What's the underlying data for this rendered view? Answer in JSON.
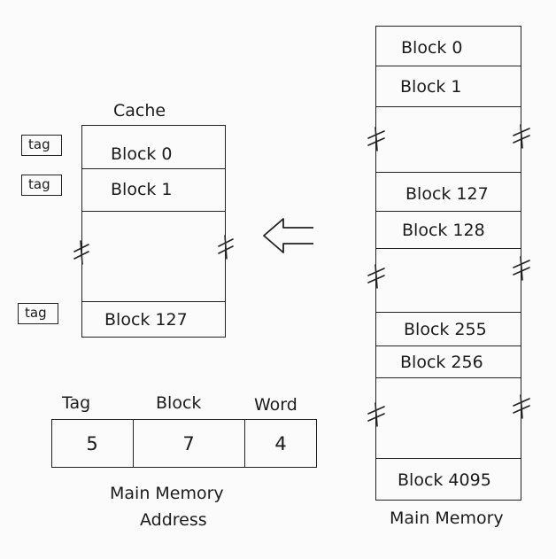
{
  "cache": {
    "title": "Cache",
    "tags": [
      "tag",
      "tag",
      "tag"
    ],
    "blocks": [
      "Block 0",
      "Block 1",
      "Block 127"
    ]
  },
  "address": {
    "headers": [
      "Tag",
      "Block",
      "Word"
    ],
    "values": [
      "5",
      "7",
      "4"
    ],
    "caption_line1": "Main Memory",
    "caption_line2": "Address"
  },
  "memory": {
    "blocks": [
      "Block 0",
      "Block 1",
      "Block 127",
      "Block 128",
      "Block 255",
      "Block 256",
      "Block 4095"
    ],
    "caption": "Main Memory"
  },
  "icons": {
    "mapping_arrow": "left-arrow-icon",
    "break_marks": "break-mark-icon"
  }
}
